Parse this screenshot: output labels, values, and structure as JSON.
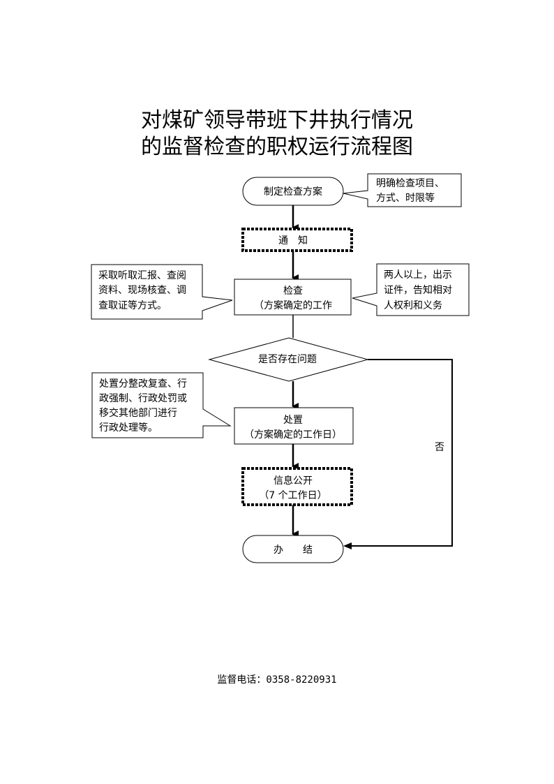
{
  "title": {
    "line1": "对煤矿领导带班下井执行情况",
    "line2": "的监督检查的职权运行流程图"
  },
  "nodes": {
    "plan": "制定检查方案",
    "notify": "通　知",
    "inspect_line1": "检查",
    "inspect_line2": "（方案确定的工作",
    "decision": "是否存在问题",
    "handle_line1": "处置",
    "handle_line2": "（方案确定的工作日）",
    "publicize_line1": "信息公开",
    "publicize_line2": "（7 个工作日）",
    "close": "办　　结"
  },
  "callouts": {
    "plan_note": [
      "明确检查项目、",
      "方式、时限等"
    ],
    "inspect_left": [
      "采取听取汇报、查阅",
      "资料、现场核查、调",
      "查取证等方式。"
    ],
    "inspect_right": [
      "两人以上，出示",
      "证件，告知相对",
      "人权利和义务"
    ],
    "handle_note": [
      "处置分整改复查、行",
      "政强制、行政处罚或",
      "移交其他部门进行",
      "行政处理等。"
    ]
  },
  "edge_labels": {
    "no": "否"
  },
  "footer": {
    "label": "监督电话：",
    "phone": "0358-8220931"
  }
}
